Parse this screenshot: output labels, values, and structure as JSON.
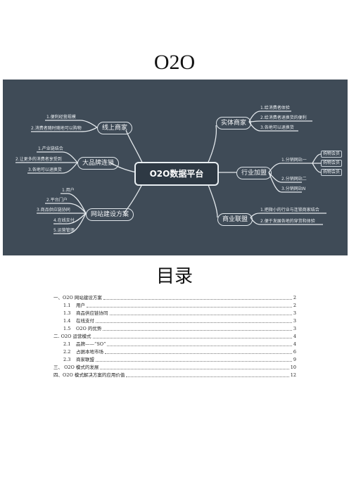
{
  "page_title": "O2O",
  "mindmap": {
    "center": "O2O数据平台",
    "branches": {
      "xianshang": {
        "label": "线上商家",
        "items": [
          "1.便利经营规模",
          "2.消费者随时随地可以购物"
        ]
      },
      "dapinpai": {
        "label": "大品牌连锁",
        "items": [
          "1.产业链结合",
          "2.让更多的消费者享受到",
          "3.各地可以退换货"
        ]
      },
      "wangzhan": {
        "label": "网站建设方案",
        "items": [
          "1.用户",
          "2.平台门户",
          "3.商品供应链协同",
          "4.在线支付",
          "5.运营管理"
        ]
      },
      "shiti": {
        "label": "实体商家",
        "items": [
          "1.给消费者体验",
          "2.给消费者退换货的便利",
          "3.各地可以退换货"
        ]
      },
      "hangye": {
        "label": "行业加盟",
        "items": [
          "1.分销网站一",
          "2.分销网站二",
          "3.分销网站N"
        ],
        "sub": [
          "购物会员",
          "购物会员",
          "购物会员"
        ]
      },
      "shangye": {
        "label": "商业联盟",
        "items": [
          "1.把微小的行业与连锁商家结合",
          "2.便于发展各地的穿货和体验"
        ]
      }
    }
  },
  "toc": {
    "heading": "目录",
    "entries": [
      {
        "level": 1,
        "label": "一、O2O 网站建设方案",
        "page": "2"
      },
      {
        "level": 2,
        "num": "1.1",
        "label": "用户",
        "page": "2"
      },
      {
        "level": 2,
        "num": "1.3",
        "label": "商品供应链协同",
        "page": "3"
      },
      {
        "level": 2,
        "num": "1.4",
        "label": "在线支付",
        "page": "3"
      },
      {
        "level": 2,
        "num": "1.5",
        "label": "O2O 的优势",
        "page": "3"
      },
      {
        "level": 1,
        "label": "二. O2O 运营模式",
        "page": "4"
      },
      {
        "level": 2,
        "num": "2.1",
        "label": "品牌——“SO”",
        "page": "4"
      },
      {
        "level": 2,
        "num": "2.2",
        "label": "占据本地市场",
        "page": "6"
      },
      {
        "level": 2,
        "num": "2.3",
        "label": "商家联盟",
        "page": "9"
      },
      {
        "level": 1,
        "label": "三、 O2O 模式的发展",
        "page": "10"
      },
      {
        "level": 1,
        "label": "四、O2O 模式解决方案的应用价值",
        "page": "12"
      }
    ]
  }
}
